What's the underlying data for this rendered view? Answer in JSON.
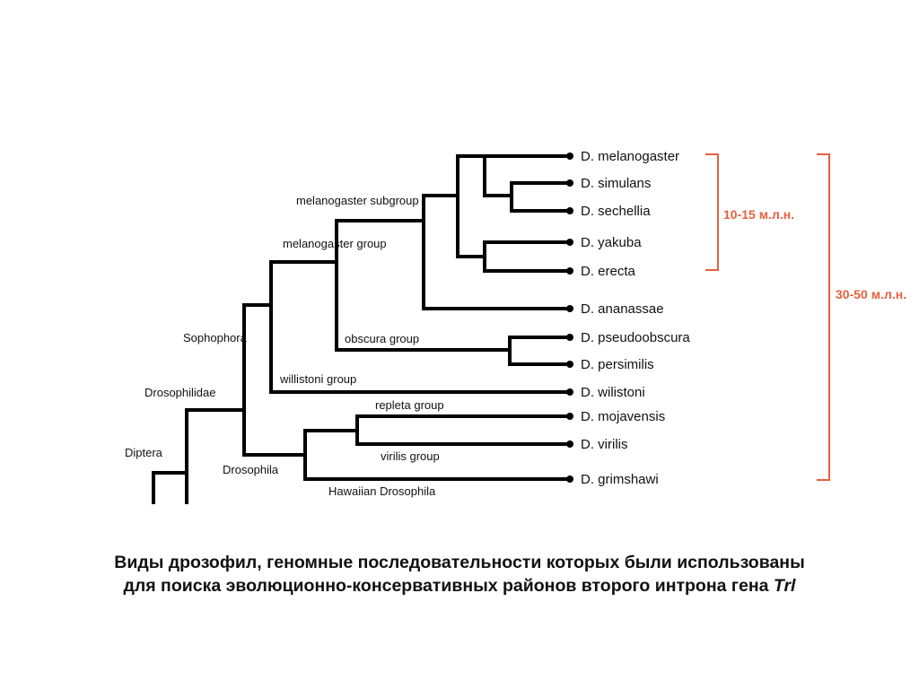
{
  "species": [
    "D. melanogaster",
    "D. simulans",
    "D. sechellia",
    "D. yakuba",
    "D. erecta",
    "D. ananassae",
    "D. pseudoobscura",
    "D. persimilis",
    "D. wilistoni",
    "D. mojavensis",
    "D. virilis",
    "D. grimshawi"
  ],
  "clades": {
    "melanogaster_subgroup": "melanogaster subgroup",
    "melanogaster_group": "melanogaster group",
    "sophophora": "Sophophora",
    "obscura_group": "obscura group",
    "willistoni_group": "willistoni group",
    "drosophilidae": "Drosophilidae",
    "repleta_group": "repleta group",
    "diptera": "Diptera",
    "virilis_group": "virilis group",
    "drosophila": "Drosophila",
    "hawaiian_drosophila": "Hawaiian Drosophila"
  },
  "divergence": {
    "short": "10-15 м.л.н.",
    "long": "30-50 м.л.н."
  },
  "colors": {
    "accent": "#e8603c",
    "tree": "#000000"
  },
  "caption": {
    "line1": "Виды дрозофил, геномные последовательности которых были использованы",
    "line2": "для поиска эволюционно-консервативных районов второго интрона гена ",
    "gene": "Trl"
  }
}
